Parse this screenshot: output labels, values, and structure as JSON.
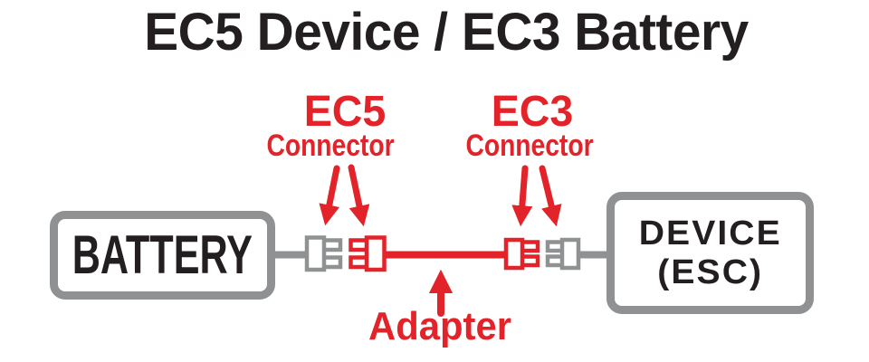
{
  "title": "EC5 Device / EC3 Battery",
  "callouts": {
    "ec5": {
      "name": "EC5",
      "sub": "Connector"
    },
    "ec3": {
      "name": "EC3",
      "sub": "Connector"
    },
    "adapter": "Adapter"
  },
  "nodes": {
    "battery": "BATTERY",
    "device_line1": "DEVICE",
    "device_line2": "(ESC)"
  },
  "icons": {
    "ec5-battery-connector": "two-pin-male-plug",
    "ec5-adapter-connector": "two-pin-female-plug",
    "ec3-adapter-connector": "two-pin-male-plug",
    "ec3-device-connector": "two-pin-female-plug",
    "callout-arrows": "down-arrow",
    "adapter-arrow": "up-arrow"
  },
  "colors": {
    "red": "#E2232A",
    "gray": "#8F9193",
    "ink": "#231F20",
    "bg": "#FFFFFF"
  }
}
